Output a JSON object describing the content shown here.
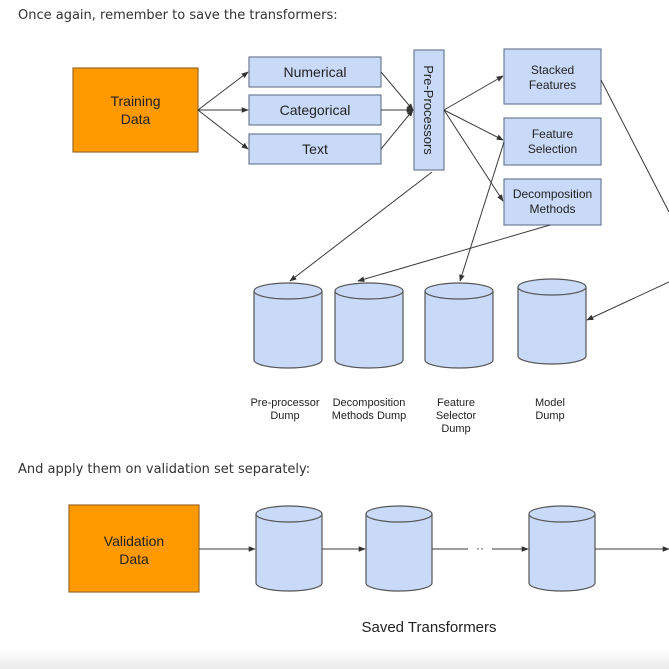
{
  "intro_text": "Once again, remember to save the transformers:",
  "apply_text": "And apply them on validation set separately:",
  "training": {
    "input_line1": "Training",
    "input_line2": "Data",
    "types": [
      "Numerical",
      "Categorical",
      "Text"
    ],
    "preprocessors": "Pre-Processors",
    "outputs": [
      [
        "Stacked",
        "Features"
      ],
      [
        "Feature",
        "Selection"
      ],
      [
        "Decomposition",
        "Methods"
      ]
    ],
    "dumps": [
      [
        "Pre-processor",
        "Dump"
      ],
      [
        "Decomposition",
        "Methods Dump"
      ],
      [
        "Feature",
        "Selector",
        "Dump"
      ],
      [
        "Model",
        "Dump"
      ]
    ]
  },
  "validation": {
    "input_line1": "Validation",
    "input_line2": "Data",
    "ellipsis": "··",
    "caption": "Saved Transformers"
  },
  "colors": {
    "input_box": "#ff9900",
    "process_box": "#c9daf8",
    "cylinder": "#c9daf8"
  }
}
